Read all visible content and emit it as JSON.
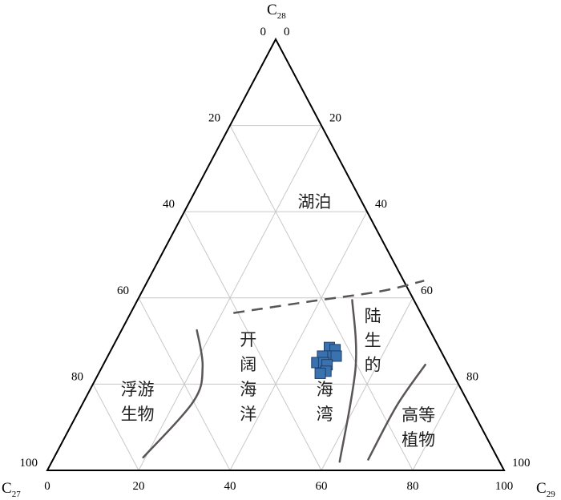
{
  "chart_data": {
    "type": "scatter",
    "subtype": "ternary",
    "axes": {
      "top": {
        "label": "C",
        "subscript": "28"
      },
      "left": {
        "label": "C",
        "subscript": "27"
      },
      "right": {
        "label": "C",
        "subscript": "29"
      }
    },
    "ticks": {
      "bottom": [
        "0",
        "20",
        "40",
        "60",
        "80",
        "100"
      ],
      "left": [
        "100",
        "80",
        "60",
        "40",
        "20",
        "0"
      ],
      "right": [
        "100",
        "80",
        "60",
        "40",
        "20",
        "0"
      ]
    },
    "grid": true,
    "regions": [
      {
        "name": "lake",
        "lines": [
          "湖泊"
        ]
      },
      {
        "name": "plankton",
        "lines": [
          "浮游",
          "生物"
        ]
      },
      {
        "name": "open-ocean",
        "lines": [
          "开",
          "阔",
          "海",
          "洋"
        ]
      },
      {
        "name": "bay",
        "lines": [
          "海",
          "湾"
        ]
      },
      {
        "name": "terrestrial",
        "lines": [
          "陆",
          "生",
          "的"
        ]
      },
      {
        "name": "higher-plants",
        "lines": [
          "高等",
          "植物"
        ]
      }
    ],
    "series": [
      {
        "marker": "square",
        "color": "#3a72b0",
        "points": [
          {
            "c29": 47.5,
            "c28": 28.5
          },
          {
            "c29": 49.0,
            "c28": 28.0
          },
          {
            "c29": 48.5,
            "c28": 26.5
          },
          {
            "c29": 50.0,
            "c28": 26.5
          },
          {
            "c29": 47.0,
            "c28": 26.5
          },
          {
            "c29": 46.5,
            "c28": 25.0
          },
          {
            "c29": 48.0,
            "c28": 25.0
          },
          {
            "c29": 49.0,
            "c28": 24.5
          },
          {
            "c29": 49.5,
            "c28": 23.0
          },
          {
            "c29": 48.5,
            "c28": 22.5
          }
        ]
      }
    ],
    "boundaries": [
      {
        "name": "lake-boundary",
        "style": "dashed",
        "points": [
          [
            22.5,
            36.5
          ],
          [
            38.0,
            39.2
          ],
          [
            52.0,
            41.5
          ],
          [
            60.5,
            44.0
          ]
        ]
      },
      {
        "name": "plankton-boundary",
        "style": "solid",
        "points": [
          [
            16.5,
            32.5
          ],
          [
            22.0,
            24.0
          ],
          [
            24.0,
            16.0
          ],
          [
            19.5,
            3.0
          ]
        ]
      },
      {
        "name": "bay-boundary",
        "style": "solid",
        "points": [
          [
            47.0,
            39.5
          ],
          [
            55.5,
            24.0
          ],
          [
            63.0,
            2.0
          ]
        ]
      },
      {
        "name": "terrestrial-boundary",
        "style": "solid",
        "points": [
          [
            70.5,
            24.5
          ],
          [
            69.0,
            15.0
          ],
          [
            69.0,
            2.5
          ]
        ]
      }
    ],
    "colors": {
      "frame": "#000000",
      "grid": "#c8c8c8",
      "boundary": "#5a5558",
      "marker": "#3a72b0",
      "marker_edge": "#1f3f66"
    }
  }
}
